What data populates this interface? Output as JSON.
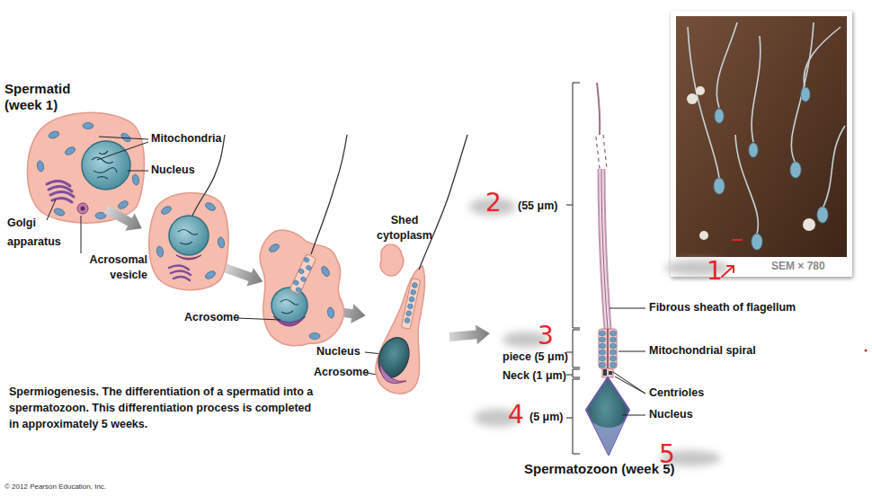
{
  "diagram": {
    "caption": "Spermiogenesis. The differentiation of a spermatid into a spermatozoon. This differentiation process is completed in approximately 5 weeks.",
    "labels": [
      "Spermatid (week 1)",
      "Mitochondria",
      "Nucleus",
      "Golgi apparatus",
      "Acrosomal vesicle",
      "Shed cytoplasm",
      "Acrosome",
      "Nucleus",
      "Acrosome",
      "SEM × 780",
      "1",
      "2",
      "(55 μm)",
      "Fibrous sheath of flagellum",
      "3",
      "piece (5 μm)",
      "Mitochondrial spiral",
      "Neck (1 μm)",
      "Centrioles",
      "4",
      "(5 μm)",
      "Nucleus",
      "5",
      "Spermatozoon (week 5)",
      "© 2012 Pearson Education, Inc."
    ]
  }
}
